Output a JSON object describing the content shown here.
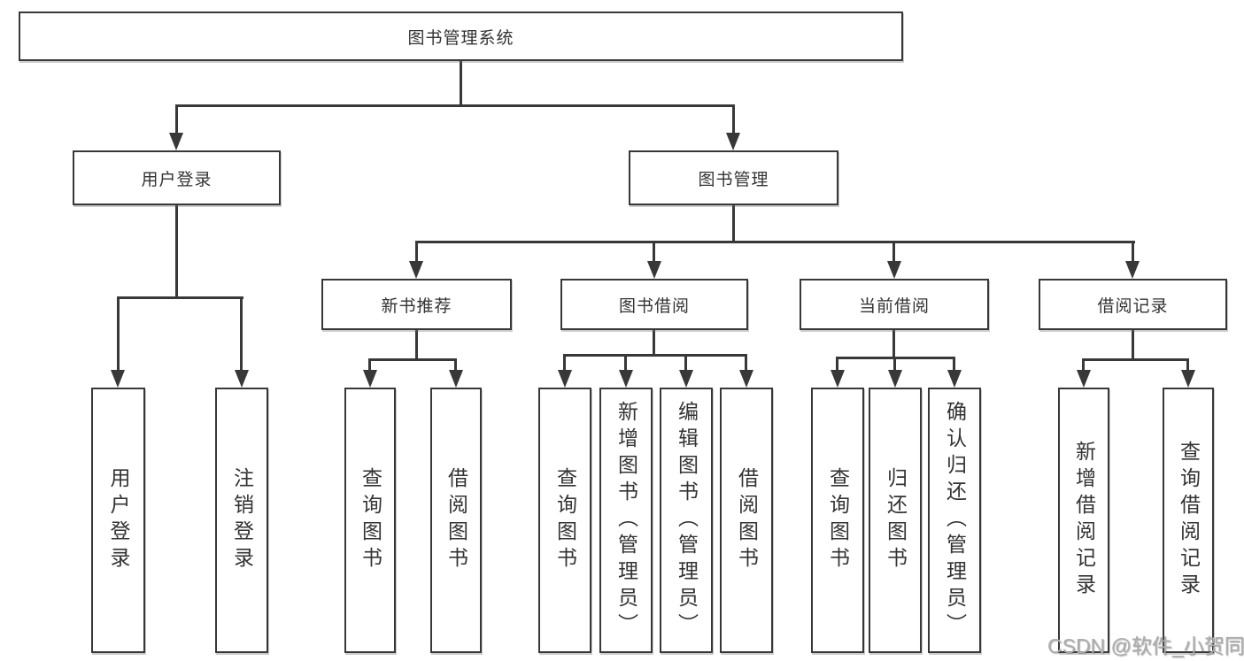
{
  "diagram": {
    "root": {
      "label": "图书管理系统"
    },
    "branches": [
      {
        "label": "用户登录",
        "children": [
          {
            "label": "用户登录"
          },
          {
            "label": "注销登录"
          }
        ]
      },
      {
        "label": "图书管理",
        "children": [
          {
            "label": "新书推荐",
            "children": [
              {
                "label": "查询图书"
              },
              {
                "label": "借阅图书"
              }
            ]
          },
          {
            "label": "图书借阅",
            "children": [
              {
                "label": "查询图书"
              },
              {
                "label": "新增图书（管理员）"
              },
              {
                "label": "编辑图书（管理员）"
              },
              {
                "label": "借阅图书"
              }
            ]
          },
          {
            "label": "当前借阅",
            "children": [
              {
                "label": "查询图书"
              },
              {
                "label": "归还图书"
              },
              {
                "label": "确认归还（管理员）"
              }
            ]
          },
          {
            "label": "借阅记录",
            "children": [
              {
                "label": "新增借阅记录"
              },
              {
                "label": "查询借阅记录"
              }
            ]
          }
        ]
      }
    ]
  },
  "watermark": {
    "text": "CSDN @软件_小贺同学"
  },
  "colors": {
    "line": "#383838",
    "text": "#333333",
    "background": "#ffffff",
    "watermark": "#adadad"
  }
}
